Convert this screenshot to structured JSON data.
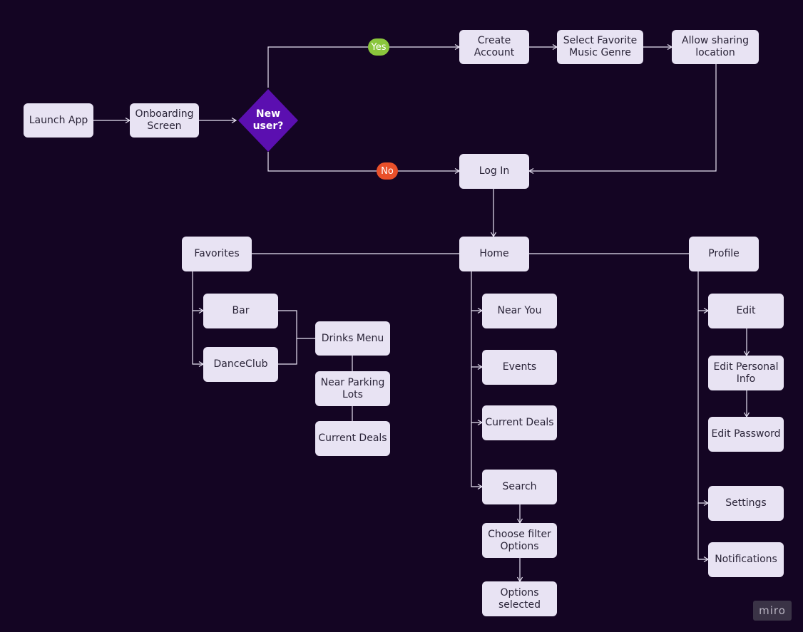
{
  "flow": {
    "launch_app": "Launch App",
    "onboarding": "Onboarding\nScreen",
    "decision": "New\nuser?",
    "yes": "Yes",
    "no": "No",
    "create_account": "Create\nAccount",
    "select_genre": "Select Favorite\nMusic Genre",
    "allow_location": "Allow sharing\nlocation",
    "log_in": "Log In"
  },
  "favorites": {
    "title": "Favorites",
    "bar": "Bar",
    "danceclub": "DanceClub",
    "drinks_menu": "Drinks Menu",
    "near_parking": "Near Parking\nLots",
    "current_deals": "Current Deals"
  },
  "home": {
    "title": "Home",
    "near_you": "Near You",
    "events": "Events",
    "current_deals": "Current Deals",
    "search": "Search",
    "filter_options": "Choose filter\nOptions",
    "options_selected": "Options\nselected"
  },
  "profile": {
    "title": "Profile",
    "edit": "Edit",
    "edit_personal": "Edit Personal\nInfo",
    "edit_password": "Edit Password",
    "settings": "Settings",
    "notifications": "Notifications"
  },
  "colors": {
    "background": "#140523",
    "node_fill": "#e8e3f3",
    "decision_fill": "#5b0fb0",
    "yes_badge": "#8ac63c",
    "no_badge": "#e9502a",
    "connector": "#e8e3f3"
  },
  "logo": "miro"
}
